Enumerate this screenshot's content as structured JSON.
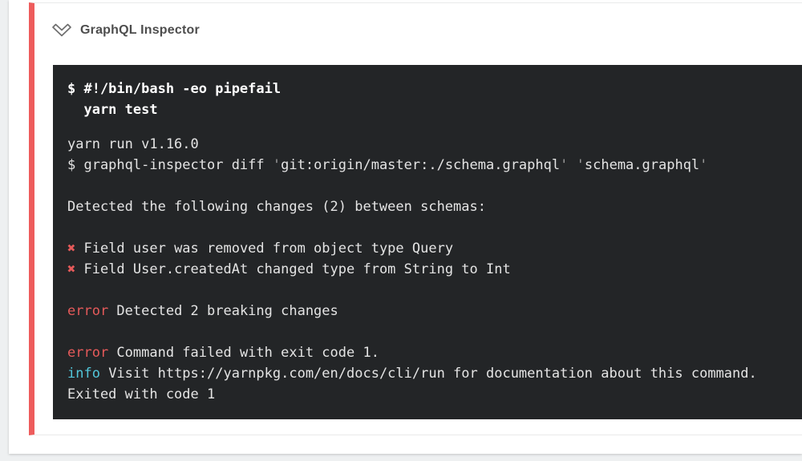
{
  "header": {
    "title": "GraphQL Inspector",
    "collapse_icon": "double-chevron-down"
  },
  "colors": {
    "stripe_red": "#ee5c5c",
    "terminal_bg": "#232527",
    "error_red": "#e55a5a",
    "info_cyan": "#52c7db"
  },
  "terminal": {
    "command_lines": [
      "$ #!/bin/bash -eo pipefail",
      "  yarn test"
    ],
    "lines": [
      {
        "segments": [
          {
            "text": "yarn run v1.16.0"
          }
        ]
      },
      {
        "segments": [
          {
            "text": "$ graphql-inspector diff "
          },
          {
            "text": "'",
            "style": "dim"
          },
          {
            "text": "git:origin/master:./schema.graphql"
          },
          {
            "text": "'",
            "style": "dim"
          },
          {
            "text": " "
          },
          {
            "text": "'",
            "style": "dim"
          },
          {
            "text": "schema.graphql"
          },
          {
            "text": "'",
            "style": "dim"
          }
        ]
      },
      {
        "segments": []
      },
      {
        "segments": [
          {
            "text": "Detected the following changes (2) between schemas:"
          }
        ]
      },
      {
        "segments": []
      },
      {
        "segments": [
          {
            "text": "✖",
            "style": "x"
          },
          {
            "text": " Field user was removed from object type Query"
          }
        ]
      },
      {
        "segments": [
          {
            "text": "✖",
            "style": "x"
          },
          {
            "text": " Field User.createdAt changed type from String to Int"
          }
        ]
      },
      {
        "segments": []
      },
      {
        "segments": [
          {
            "text": "error",
            "style": "error"
          },
          {
            "text": " Detected 2 breaking changes"
          }
        ]
      },
      {
        "segments": []
      },
      {
        "segments": [
          {
            "text": "error",
            "style": "error"
          },
          {
            "text": " Command failed with exit code 1."
          }
        ]
      },
      {
        "segments": [
          {
            "text": "info",
            "style": "info"
          },
          {
            "text": " Visit https://yarnpkg.com/en/docs/cli/run for documentation about this command."
          }
        ]
      },
      {
        "segments": [
          {
            "text": "Exited with code 1"
          }
        ]
      }
    ]
  }
}
